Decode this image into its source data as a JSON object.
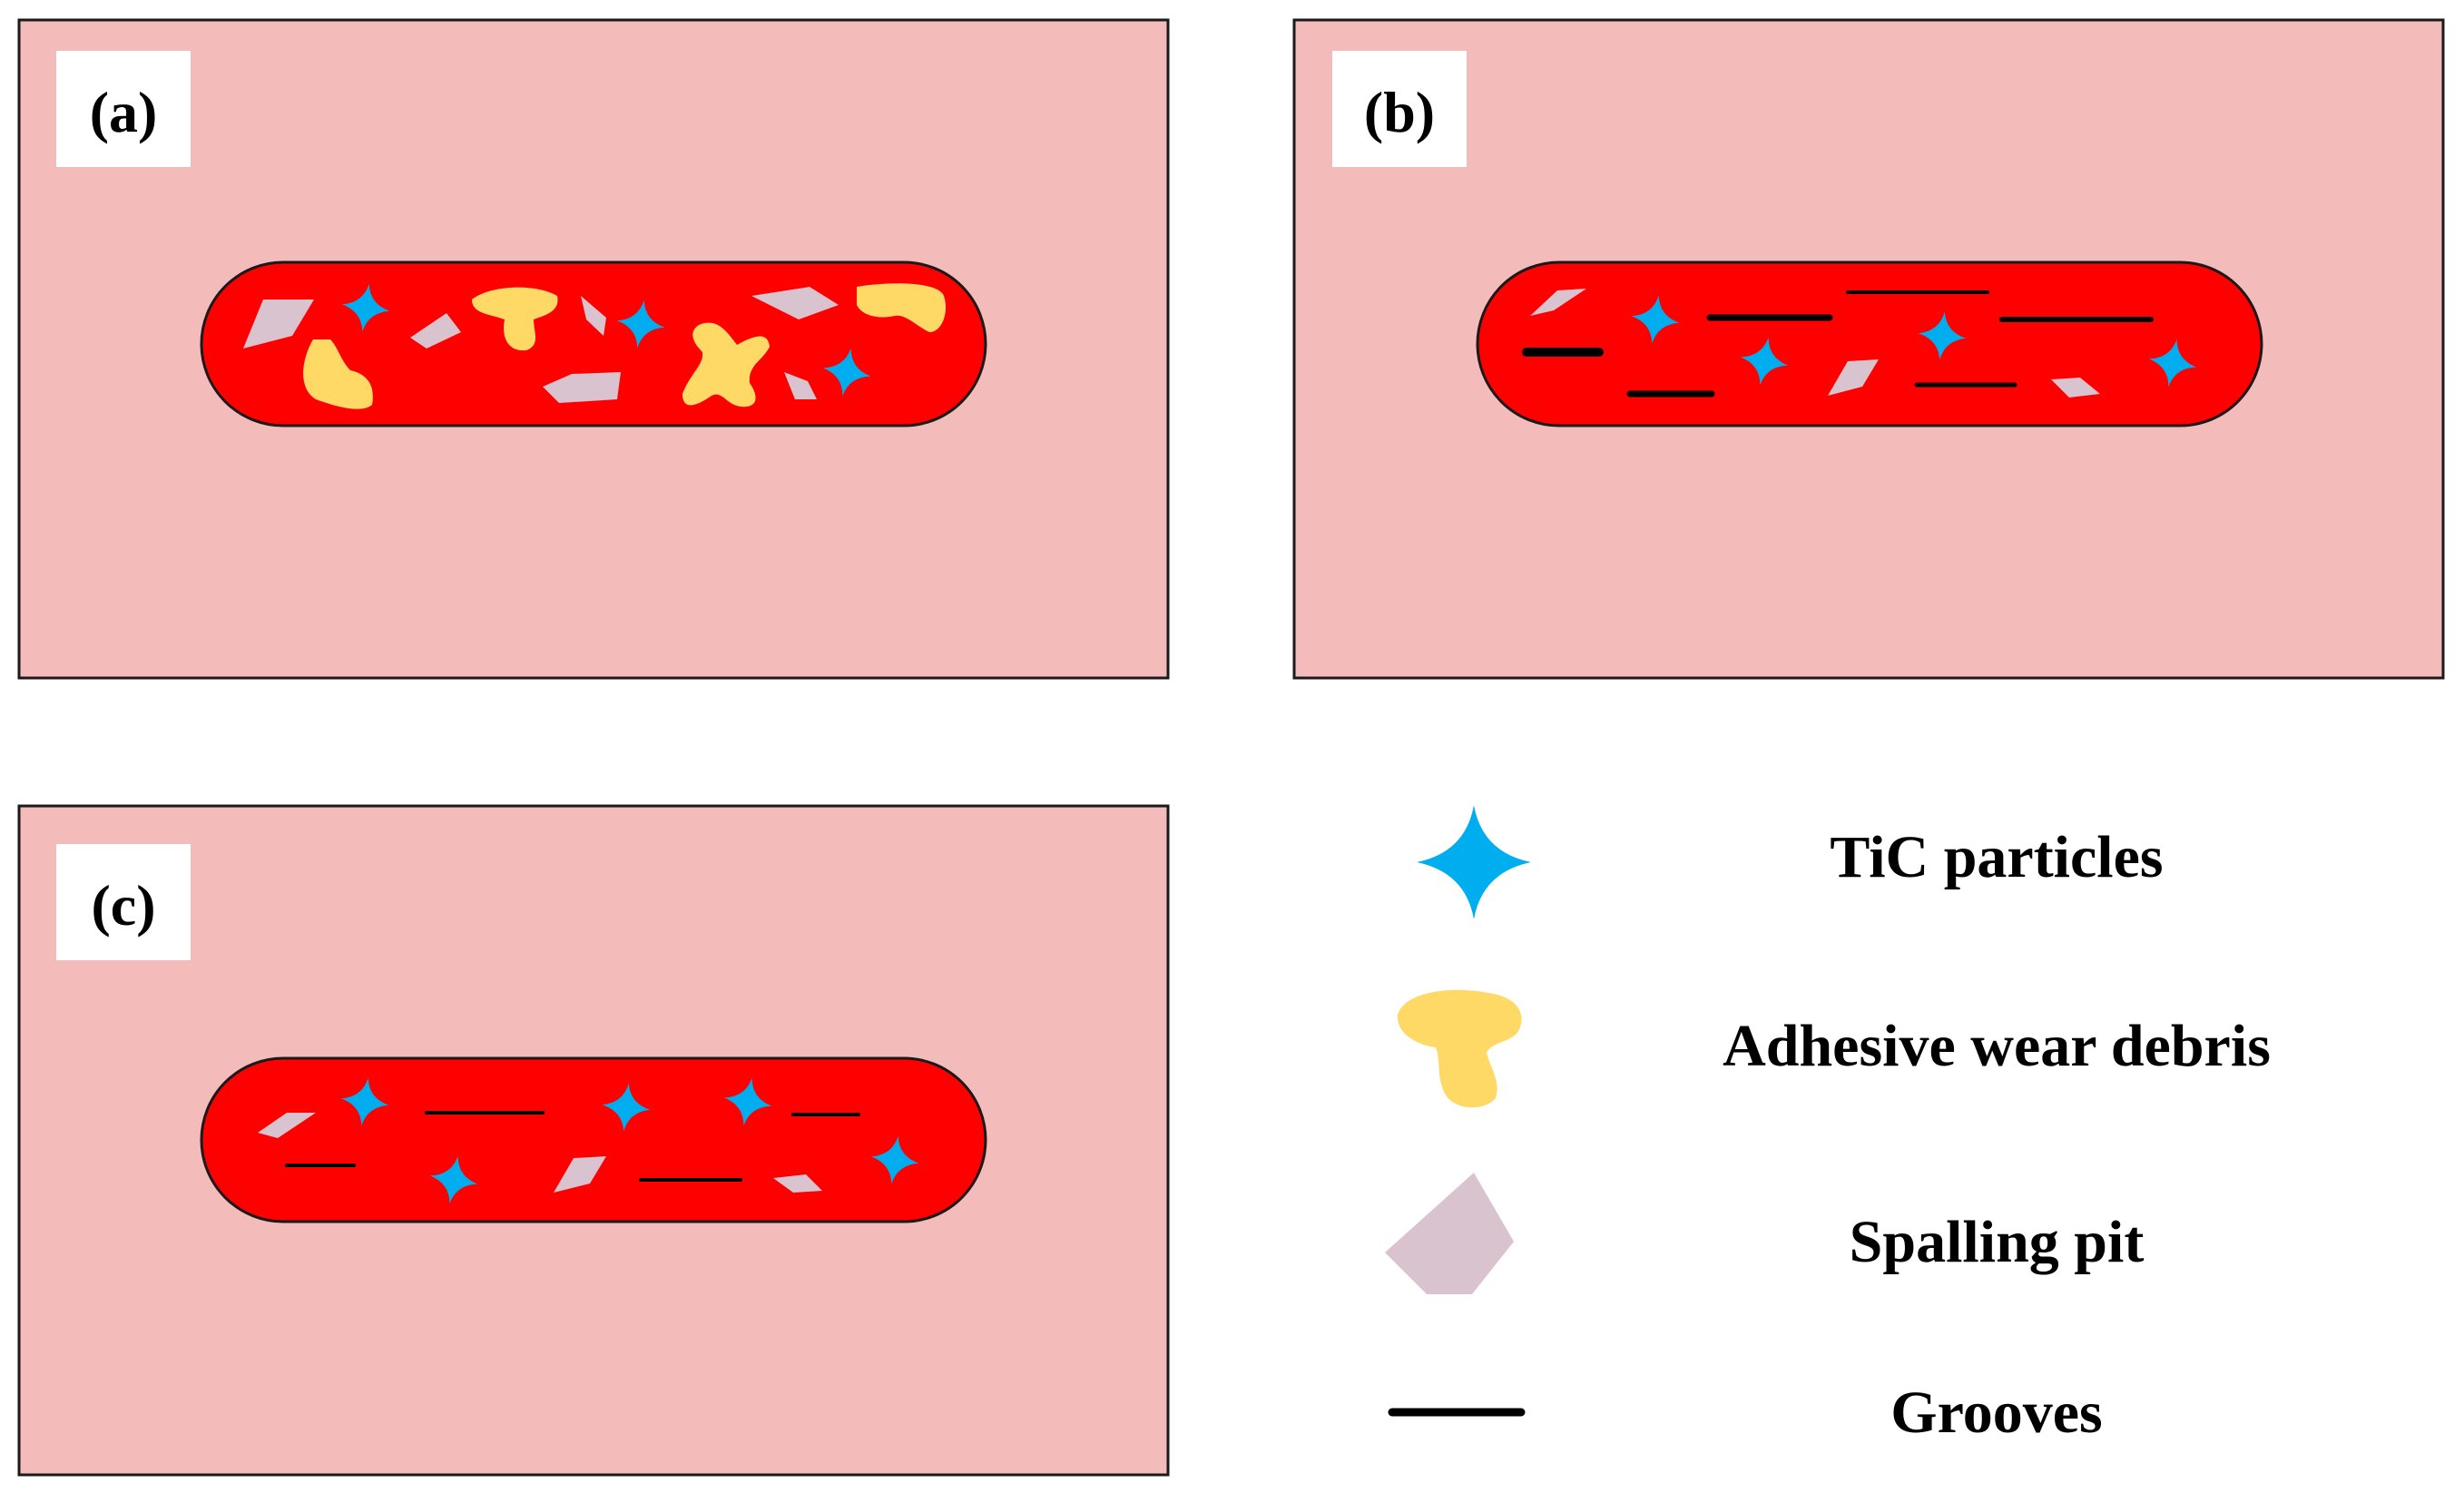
{
  "panels": [
    {
      "id": "a",
      "label": "(a)"
    },
    {
      "id": "b",
      "label": "(b)"
    },
    {
      "id": "c",
      "label": "(c)"
    }
  ],
  "legend": [
    {
      "key": "tic",
      "icon": "tic-particle-icon",
      "label": "TiC particles"
    },
    {
      "key": "adhesive",
      "icon": "adhesive-debris-icon",
      "label": "Adhesive wear debris"
    },
    {
      "key": "spalling",
      "icon": "spalling-pit-icon",
      "label": "Spalling pit"
    },
    {
      "key": "grooves",
      "icon": "groove-icon",
      "label": "Grooves"
    }
  ],
  "colors": {
    "substrate": "#f3bbb9",
    "wear_track": "#ff0000",
    "tic": "#00aeef",
    "adhesive": "#ffd966",
    "spalling": "#d9c3cf",
    "groove": "#000000",
    "outline": "#1a1a1a"
  }
}
